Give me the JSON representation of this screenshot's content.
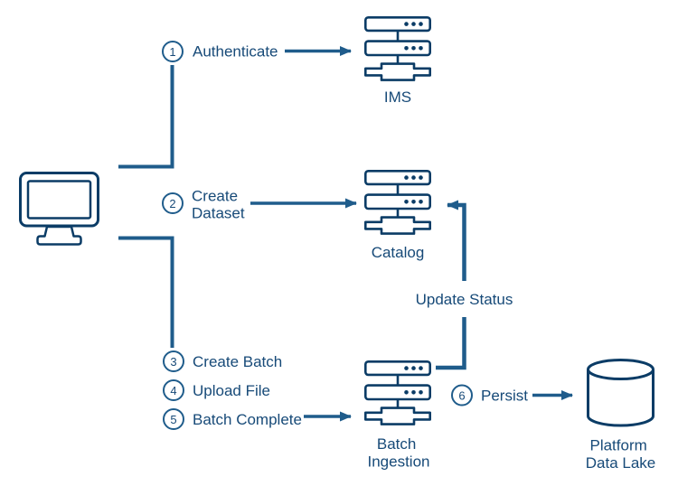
{
  "palette": {
    "line_blue": "#1f5c8b",
    "icon_navy": "#0b3c66",
    "text_navy": "#174a78",
    "background": "#ffffff"
  },
  "client": {
    "icon": "computer-icon"
  },
  "steps": [
    {
      "num": "1",
      "lines": [
        "Authenticate"
      ]
    },
    {
      "num": "2",
      "lines": [
        "Create",
        "Dataset"
      ]
    },
    {
      "num": "3",
      "lines": [
        "Create Batch"
      ]
    },
    {
      "num": "4",
      "lines": [
        "Upload File"
      ]
    },
    {
      "num": "5",
      "lines": [
        "Batch Complete"
      ]
    },
    {
      "num": "6",
      "lines": [
        "Persist"
      ]
    }
  ],
  "services": [
    {
      "id": "ims",
      "icon": "server-icon",
      "label_lines": [
        "IMS"
      ]
    },
    {
      "id": "catalog",
      "icon": "server-icon",
      "label_lines": [
        "Catalog"
      ]
    },
    {
      "id": "batch_ingestion",
      "icon": "server-icon",
      "label_lines": [
        "Batch",
        "Ingestion"
      ]
    },
    {
      "id": "data_lake",
      "icon": "database-icon",
      "label_lines": [
        "Platform",
        "Data Lake"
      ]
    }
  ],
  "edges": {
    "update_status": "Update Status"
  }
}
